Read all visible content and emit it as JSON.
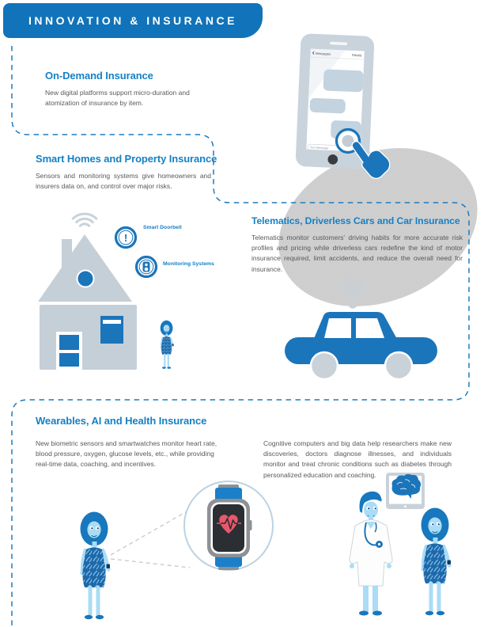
{
  "header": {
    "title": "INNOVATION & INSURANCE"
  },
  "sections": {
    "on_demand": {
      "heading": "On-Demand Insurance",
      "body": "New digital platforms support micro-duration and atomization of insurance by item."
    },
    "smart_homes": {
      "heading": "Smart Homes and Property Insurance",
      "body": "Sensors and monitoring systems give homeowners and insurers data on, and control over major risks.",
      "doorbell_label": "Smart Doorbell",
      "doorbell_glyph": "!",
      "monitoring_label": "Monitoring Systems"
    },
    "telematics": {
      "heading": "Telematics, Driverless Cars and Car Insurance",
      "body": "Telematics monitor customers' driving habits for more accurate risk profiles and pricing while driverless cars redefine the kind of motor insurance required, limit accidents, and reduce the overall need for insurance."
    },
    "wearables": {
      "heading": "Wearables, AI and Health Insurance",
      "body_left": "New biometric sensors and smartwatches monitor heart rate, blood pressure, oxygen, glucose levels, etc., while providing real-time data, coaching, and incentives.",
      "body_right": "Cognitive computers and big data help researchers make new discoveries, doctors diagnose illnesses, and individuals monitor and treat chronic conditions such as diabetes through personalized education and coaching."
    }
  },
  "phone": {
    "nav_back": "Messages",
    "nav_details": "Details",
    "message_placeholder": "Text Message"
  },
  "colors": {
    "banner_blue": "#1173b9",
    "heading_blue": "#1581c5",
    "accent_blue": "#1b75bb",
    "body_gray": "#58595b",
    "light_gray_blue": "#c5cfd8",
    "blob_gray": "#c9c9c9",
    "skin_blue": "#a9dcf7",
    "hair_blue": "#1778be",
    "heart_red": "#e8586a",
    "watch_gray": "#8d9094",
    "screen_dark": "#2b2e33",
    "strap_blue": "#1b7fc9"
  }
}
